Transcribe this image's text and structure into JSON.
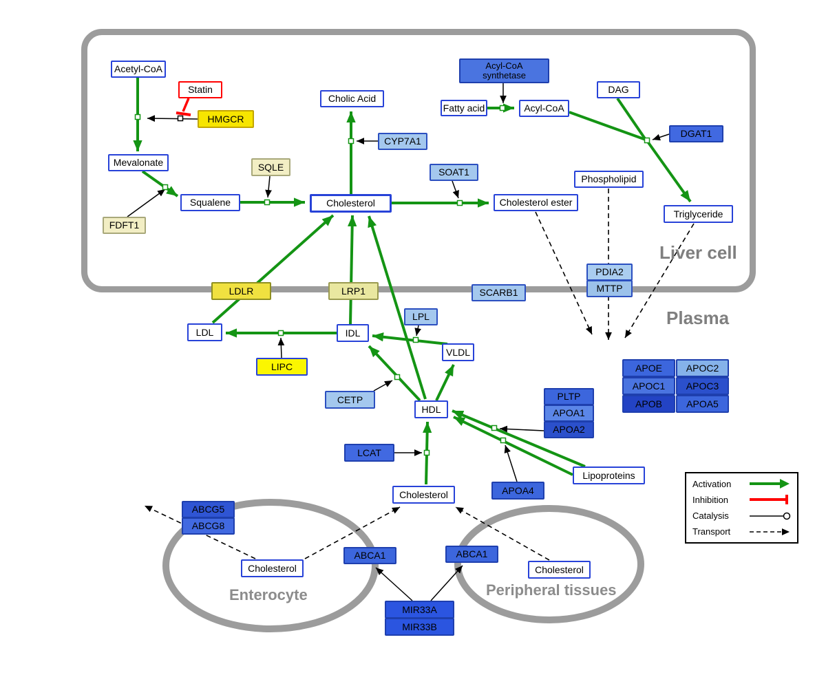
{
  "compartments": {
    "liver": "Liver cell",
    "plasma": "Plasma",
    "enterocyte": "Enterocyte",
    "peripheral": "Peripheral tissues"
  },
  "legend": {
    "activation": "Activation",
    "inhibition": "Inhibition",
    "catalysis": "Catalysis",
    "transport": "Transport"
  },
  "colors": {
    "activation_green": "#149414",
    "inhibition_red": "#ff0000",
    "catalysis_black": "#000000",
    "metabolite_fill": "#ffffff",
    "metabolite_border": "#2742d8",
    "membrane_gray": "#9c9c9c",
    "gene_blue": "#4169e1",
    "gene_light_blue": "#a4c8ee",
    "enzyme_yellow": "#f7e500"
  },
  "nodes": {
    "acetyl_coa": {
      "label": "Acetyl-CoA"
    },
    "statin": {
      "label": "Statin",
      "fill": "#ffffff",
      "border": "#ff0000"
    },
    "hmgcr": {
      "label": "HMGCR",
      "fill": "#f7e500",
      "border": "#c3a600"
    },
    "mevalonate": {
      "label": "Mevalonate"
    },
    "sqle": {
      "label": "SQLE",
      "fill": "#f2eec4",
      "border": "#a8a87a"
    },
    "cholic_acid": {
      "label": "Cholic Acid"
    },
    "cyp7a1": {
      "label": "CYP7A1",
      "fill": "#a4c8ee",
      "border": "#2b4fc0"
    },
    "squalene": {
      "label": "Squalene"
    },
    "fdft1": {
      "label": "FDFT1",
      "fill": "#f2eec4",
      "border": "#a8a87a"
    },
    "cholesterol_liver": {
      "label": "Cholesterol"
    },
    "soat1": {
      "label": "SOAT1",
      "fill": "#a4c8ee",
      "border": "#2b4fc0"
    },
    "cholesterol_ester": {
      "label": "Cholesterol ester"
    },
    "acyl_coa_synthetase": {
      "label": "Acyl-CoA synthetase",
      "fill": "#4a74e0",
      "border": "#1e3fae"
    },
    "fatty_acid": {
      "label": "Fatty acid"
    },
    "acyl_coa": {
      "label": "Acyl-CoA"
    },
    "dag": {
      "label": "DAG"
    },
    "dgat1": {
      "label": "DGAT1",
      "fill": "#4169e1",
      "border": "#1e3fae"
    },
    "phospholipid": {
      "label": "Phospholipid"
    },
    "triglyceride": {
      "label": "Triglyceride"
    },
    "pdia2": {
      "label": "PDIA2",
      "fill": "#aacdf0",
      "border": "#2b4fc0"
    },
    "mttp": {
      "label": "MTTP",
      "fill": "#9cc2ea",
      "border": "#2b4fc0"
    },
    "ldlr": {
      "label": "LDLR",
      "fill": "#f0e140",
      "border": "#8f8f20"
    },
    "lrp1": {
      "label": "LRP1",
      "fill": "#e9e7a0",
      "border": "#9a9a50"
    },
    "scarb1": {
      "label": "SCARB1",
      "fill": "#a4c8ee",
      "border": "#2b4fc0"
    },
    "ldl": {
      "label": "LDL"
    },
    "idl": {
      "label": "IDL"
    },
    "lpl": {
      "label": "LPL",
      "fill": "#a4c8ee",
      "border": "#2b4fc0"
    },
    "vldl": {
      "label": "VLDL"
    },
    "lipc": {
      "label": "LIPC",
      "fill": "#fbf600",
      "border": "#2742d8"
    },
    "cetp": {
      "label": "CETP",
      "fill": "#a4c8ee",
      "border": "#2b4fc0"
    },
    "hdl": {
      "label": "HDL"
    },
    "pltp": {
      "label": "PLTP",
      "fill": "#3c66dd",
      "border": "#1e3fae"
    },
    "apoa1": {
      "label": "APOA1",
      "fill": "#5b86e8",
      "border": "#1e3fae"
    },
    "apoa2": {
      "label": "APOA2",
      "fill": "#2b50cc",
      "border": "#1e3fae"
    },
    "lcat": {
      "label": "LCAT",
      "fill": "#4169e1",
      "border": "#1e3fae"
    },
    "apoa4": {
      "label": "APOA4",
      "fill": "#3c66dd",
      "border": "#1e3fae"
    },
    "lipoproteins": {
      "label": "Lipoproteins"
    },
    "apoe": {
      "label": "APOE",
      "fill": "#3c66dd",
      "border": "#1e3fae"
    },
    "apoc2": {
      "label": "APOC2",
      "fill": "#85b2ea",
      "border": "#1e3fae"
    },
    "apoc1": {
      "label": "APOC1",
      "fill": "#4a74e0",
      "border": "#1e3fae"
    },
    "apoc3": {
      "label": "APOC3",
      "fill": "#2b50cc",
      "border": "#1e3fae"
    },
    "apob": {
      "label": "APOB",
      "fill": "#2343c4",
      "border": "#1e3fae"
    },
    "apoa5": {
      "label": "APOA5",
      "fill": "#3c66dd",
      "border": "#1e3fae"
    },
    "cholesterol_plasma": {
      "label": "Cholesterol"
    },
    "abcg5": {
      "label": "ABCG5",
      "fill": "#2f55d4",
      "border": "#1e3fae"
    },
    "abcg8": {
      "label": "ABCG8",
      "fill": "#4169e1",
      "border": "#1e3fae"
    },
    "cholesterol_enterocyte": {
      "label": "Cholesterol"
    },
    "abca1_enterocyte": {
      "label": "ABCA1",
      "fill": "#3c66dd",
      "border": "#1e3fae"
    },
    "abca1_peripheral": {
      "label": "ABCA1",
      "fill": "#3c66dd",
      "border": "#1e3fae"
    },
    "cholesterol_peripheral": {
      "label": "Cholesterol"
    },
    "mir33a": {
      "label": "MIR33A",
      "fill": "#2b55e0",
      "border": "#1e3fae"
    },
    "mir33b": {
      "label": "MIR33B",
      "fill": "#2b55e0",
      "border": "#1e3fae"
    }
  }
}
